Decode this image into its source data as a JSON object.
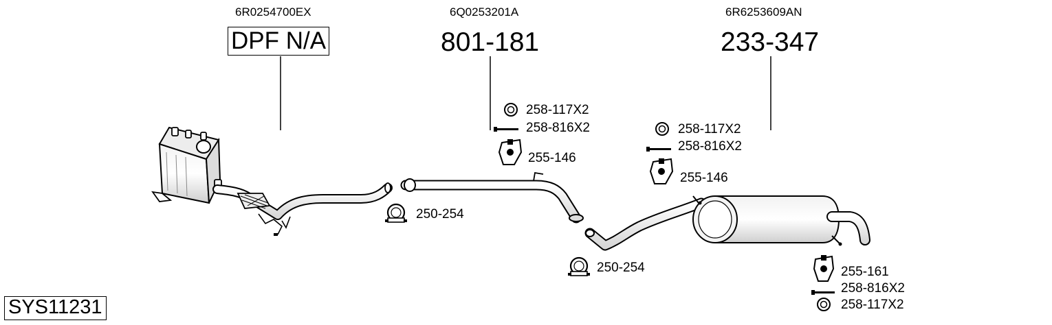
{
  "system_code": "SYS11231",
  "sections": [
    {
      "oem": "6R0254700EX",
      "number": "DPF N/A"
    },
    {
      "oem": "6Q0253201A",
      "number": "801-181",
      "parts": [
        "258-117X2",
        "258-816X2",
        "255-146",
        "250-254"
      ]
    },
    {
      "oem": "6R6253609AN",
      "number": "233-347",
      "parts": [
        "258-117X2",
        "258-816X2",
        "255-146",
        "250-254",
        "255-161",
        "258-816X2",
        "258-117X2"
      ]
    }
  ],
  "icons": [
    "dpf-catalyst-icon",
    "front-pipe-icon",
    "middle-pipe-icon",
    "rear-silencer-icon",
    "clamp-icon",
    "rubber-ring-icon",
    "bolt-icon",
    "hanger-icon"
  ]
}
